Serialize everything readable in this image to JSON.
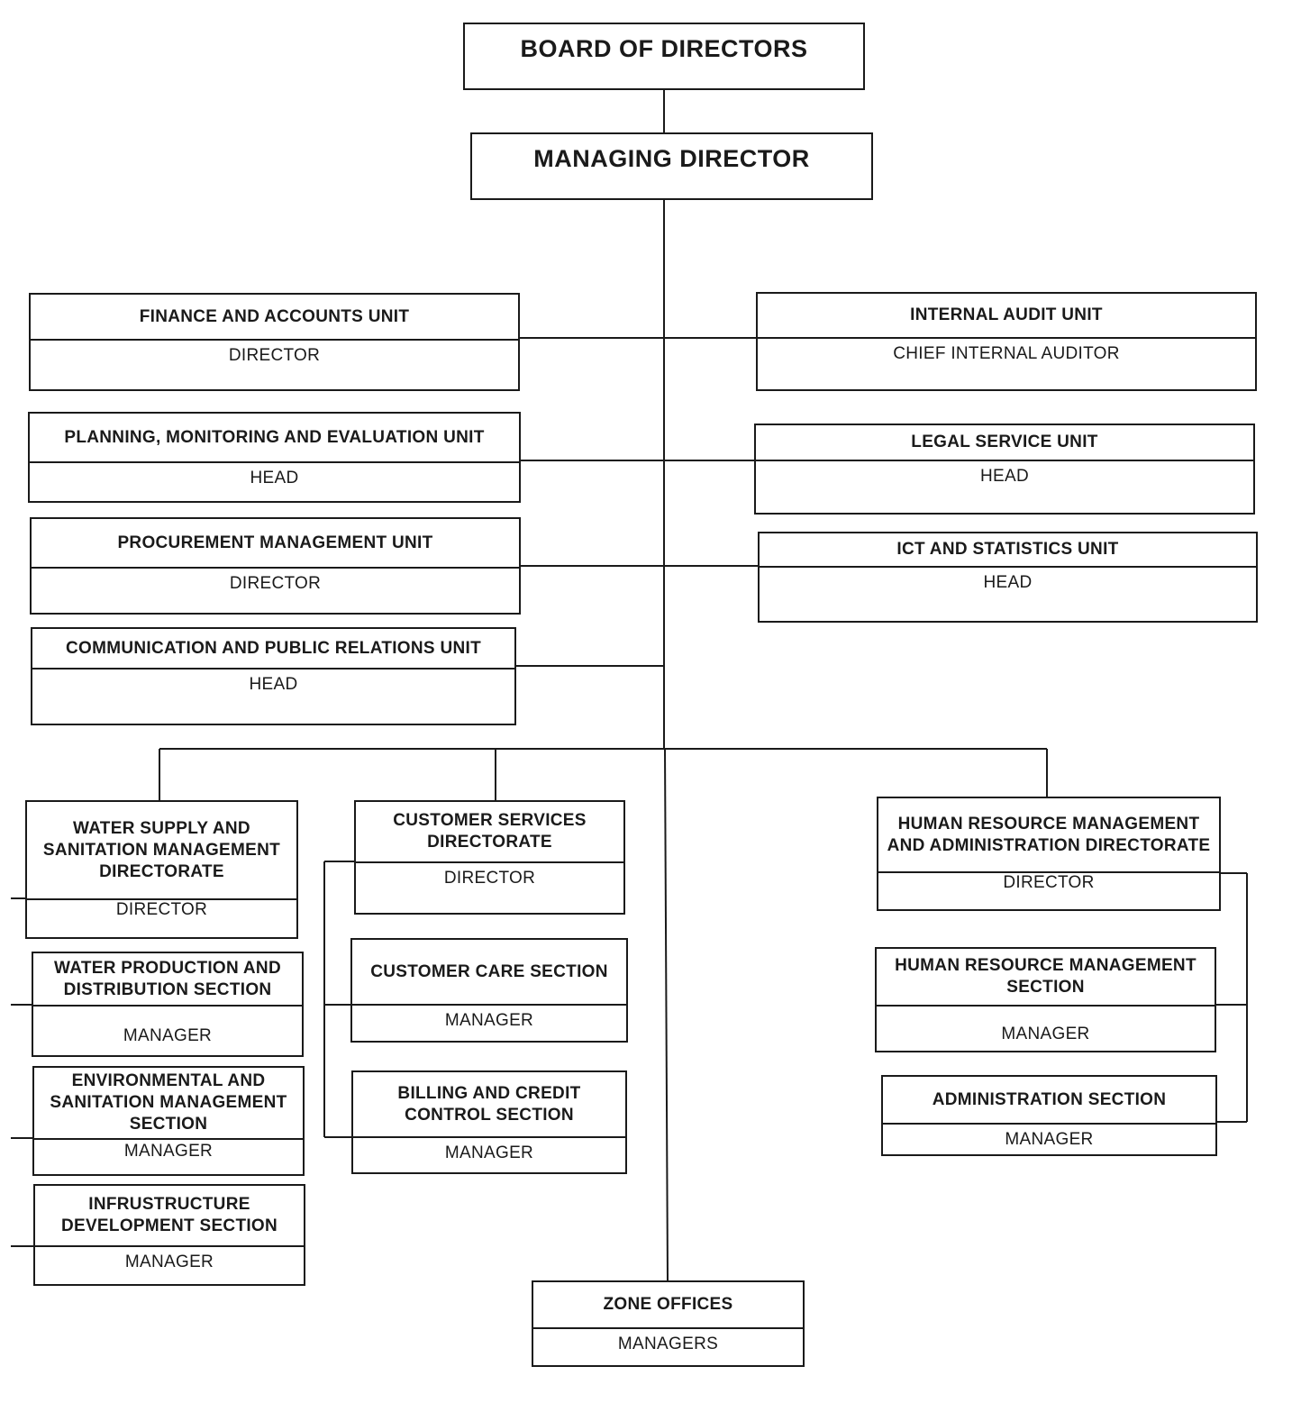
{
  "board": {
    "title": "BOARD OF DIRECTORS"
  },
  "md": {
    "title": "MANAGING DIRECTOR"
  },
  "units": {
    "finance": {
      "title": "FINANCE AND ACCOUNTS UNIT",
      "role": "DIRECTOR"
    },
    "planning": {
      "title": "PLANNING, MONITORING AND EVALUATION UNIT",
      "role": "HEAD"
    },
    "procurement": {
      "title": "PROCUREMENT MANAGEMENT UNIT",
      "role": "DIRECTOR"
    },
    "communication": {
      "title": "COMMUNICATION AND PUBLIC RELATIONS UNIT",
      "role": "HEAD"
    },
    "audit": {
      "title": "INTERNAL AUDIT UNIT",
      "role": "CHIEF INTERNAL AUDITOR"
    },
    "legal": {
      "title": "LEGAL SERVICE UNIT",
      "role": "HEAD"
    },
    "ict": {
      "title": "ICT AND STATISTICS UNIT",
      "role": "HEAD"
    }
  },
  "directorates": {
    "water": {
      "title": "WATER SUPPLY AND SANITATION MANAGEMENT DIRECTORATE",
      "role": "DIRECTOR"
    },
    "customer": {
      "title": "CUSTOMER SERVICES DIRECTORATE",
      "role": "DIRECTOR"
    },
    "hr": {
      "title": "HUMAN RESOURCE MANAGEMENT AND ADMINISTRATION DIRECTORATE",
      "role": "DIRECTOR"
    }
  },
  "sections": {
    "water_production": {
      "title": "WATER PRODUCTION AND DISTRIBUTION SECTION",
      "role": "MANAGER"
    },
    "environmental": {
      "title": "ENVIRONMENTAL AND SANITATION MANAGEMENT SECTION",
      "role": "MANAGER"
    },
    "infrustructure": {
      "title": "INFRUSTRUCTURE DEVELOPMENT SECTION",
      "role": "MANAGER"
    },
    "customer_care": {
      "title": "CUSTOMER CARE SECTION",
      "role": "MANAGER"
    },
    "billing": {
      "title": "BILLING AND CREDIT CONTROL SECTION",
      "role": "MANAGER"
    },
    "hr_section": {
      "title": "HUMAN RESOURCE MANAGEMENT SECTION",
      "role": "MANAGER"
    },
    "admin": {
      "title": "ADMINISTRATION SECTION",
      "role": "MANAGER"
    }
  },
  "zone": {
    "title": "ZONE OFFICES",
    "role": "MANAGERS"
  }
}
